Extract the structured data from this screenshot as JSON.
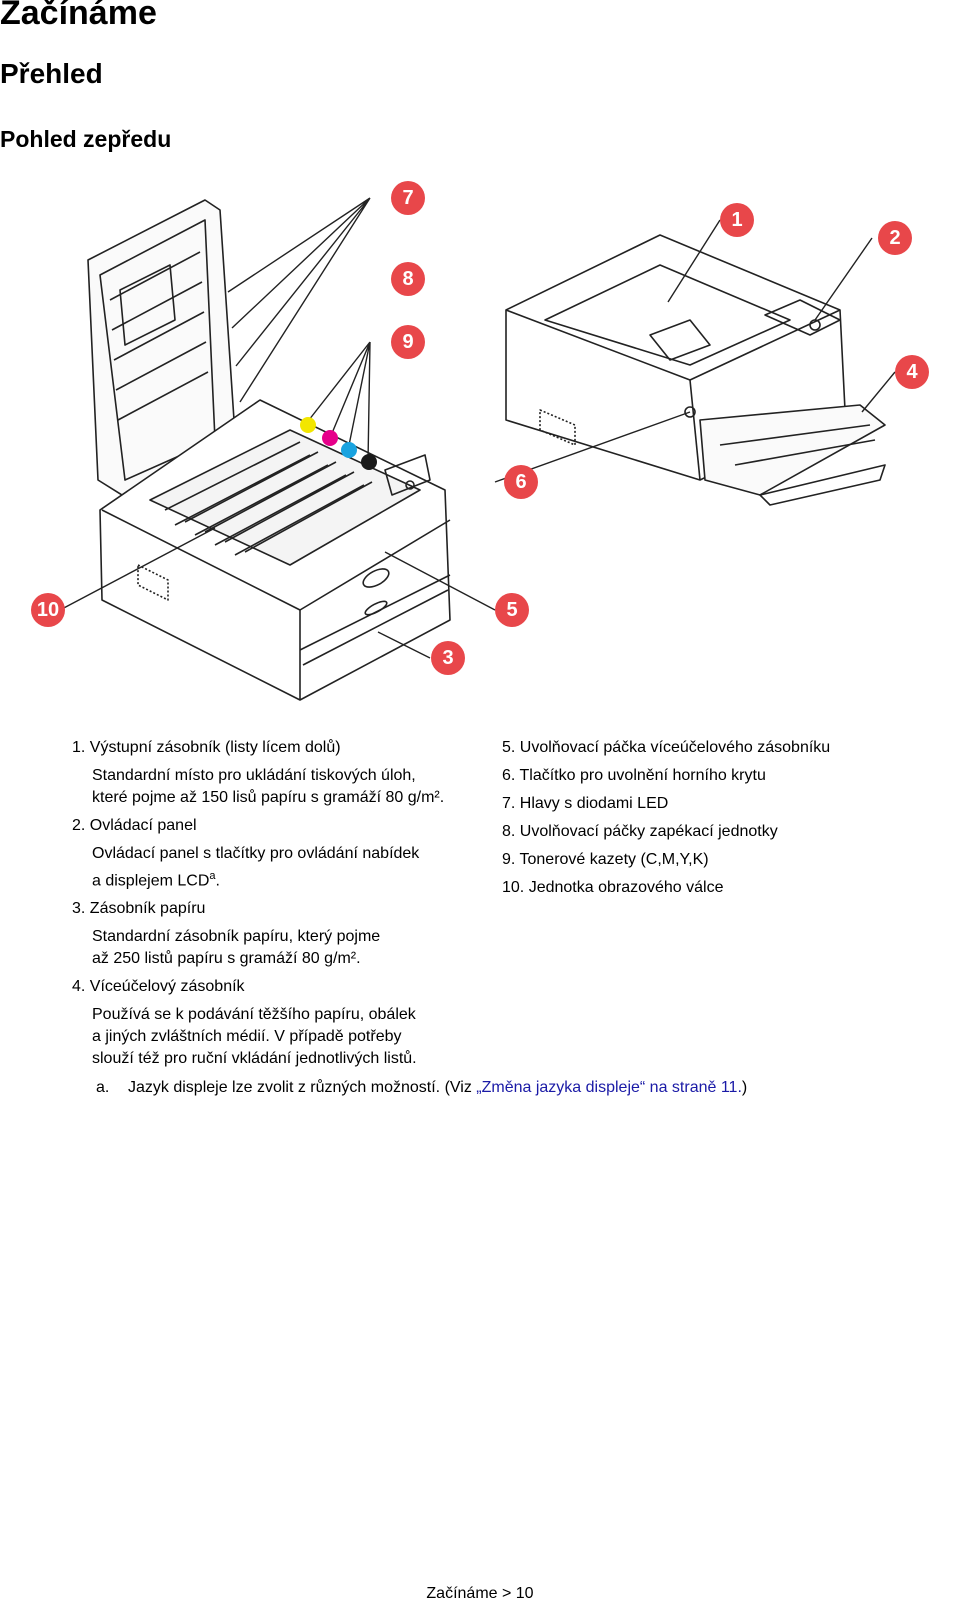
{
  "headings": {
    "h1": "Začínáme",
    "h2": "Přehled",
    "h3": "Pohled zepředu"
  },
  "callouts": [
    "1",
    "2",
    "3",
    "4",
    "5",
    "6",
    "7",
    "8",
    "9",
    "10"
  ],
  "toner_colors": {
    "yellow": "#f2e600",
    "magenta": "#e6008a",
    "cyan": "#1aa3e0",
    "black": "#1a1a1a"
  },
  "callout_color": "#e8474a",
  "left_items": [
    {
      "label": "1. Výstupní zásobník (listy lícem dolů)",
      "desc1": "Standardní místo pro ukládání tiskových úloh,",
      "desc2": "které pojme až 150 lisů papíru s gramáží 80 g/m²."
    },
    {
      "label": "2. Ovládací panel",
      "desc1": "Ovládací panel s tlačítky pro ovládání nabídek",
      "desc2": "a displejem LCD",
      "sup": "a",
      "after": "."
    },
    {
      "label": "3. Zásobník papíru",
      "desc1": "Standardní zásobník papíru, který pojme",
      "desc2": "až 250 listů papíru s gramáží 80 g/m²."
    },
    {
      "label": "4. Víceúčelový zásobník",
      "desc1": "Používá se k podávání těžšího papíru, obálek",
      "desc2": "a jiných zvláštních médií. V případě potřeby",
      "desc3": "slouží též pro ruční vkládání jednotlivých listů."
    }
  ],
  "right_items": [
    "5. Uvolňovací páčka víceúčelového zásobníku",
    "6. Tlačítko pro uvolnění horního krytu",
    "7. Hlavy s diodami LED",
    "8. Uvolňovací páčky zapékací jednotky",
    "9. Tonerové kazety (C,M,Y,K)",
    "10. Jednotka obrazového válce"
  ],
  "footnote": {
    "mark": "a.",
    "text_before": "Jazyk displeje lze zvolit z různých možností. (Viz ",
    "link": "„Změna jazyka displeje“ na straně 11.",
    "text_after": ")"
  },
  "footer": "Začínáme > 10"
}
